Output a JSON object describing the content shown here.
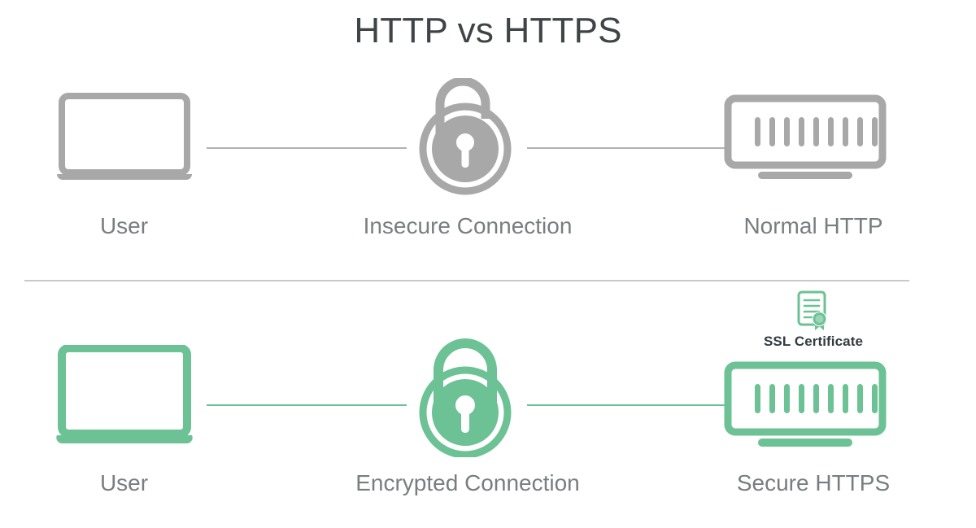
{
  "diagram": {
    "title": "HTTP vs HTTPS",
    "colors": {
      "title_text": "#3f4447",
      "caption_text": "#7a7d80",
      "insecure_gray": "#a8a8a8",
      "line_gray": "#b2b2b2",
      "secure_green": "#6cc295",
      "divider": "#c9c9c9",
      "badge_text": "#333b3f",
      "background": "#ffffff"
    },
    "rows": [
      {
        "id": "http",
        "theme": "insecure-gray",
        "nodes": [
          {
            "id": "user",
            "label": "User",
            "icon": "laptop-icon"
          },
          {
            "id": "connection",
            "label": "Insecure Connection",
            "icon": "unlocked-padlock-icon"
          },
          {
            "id": "server",
            "label": "Normal HTTP",
            "icon": "server-icon",
            "badge": null
          }
        ],
        "connectors": [
          "connector-line-left",
          "connector-line-right"
        ]
      },
      {
        "id": "https",
        "theme": "secure-green",
        "nodes": [
          {
            "id": "user",
            "label": "User",
            "icon": "laptop-icon"
          },
          {
            "id": "connection",
            "label": "Encrypted Connection",
            "icon": "locked-padlock-icon"
          },
          {
            "id": "server",
            "label": "Secure HTTPS",
            "icon": "server-icon",
            "badge": {
              "label": "SSL Certificate",
              "icon": "certificate-icon"
            }
          }
        ],
        "connectors": [
          "connector-line-left",
          "connector-line-right"
        ]
      }
    ],
    "divider": "horizontal-rule"
  }
}
